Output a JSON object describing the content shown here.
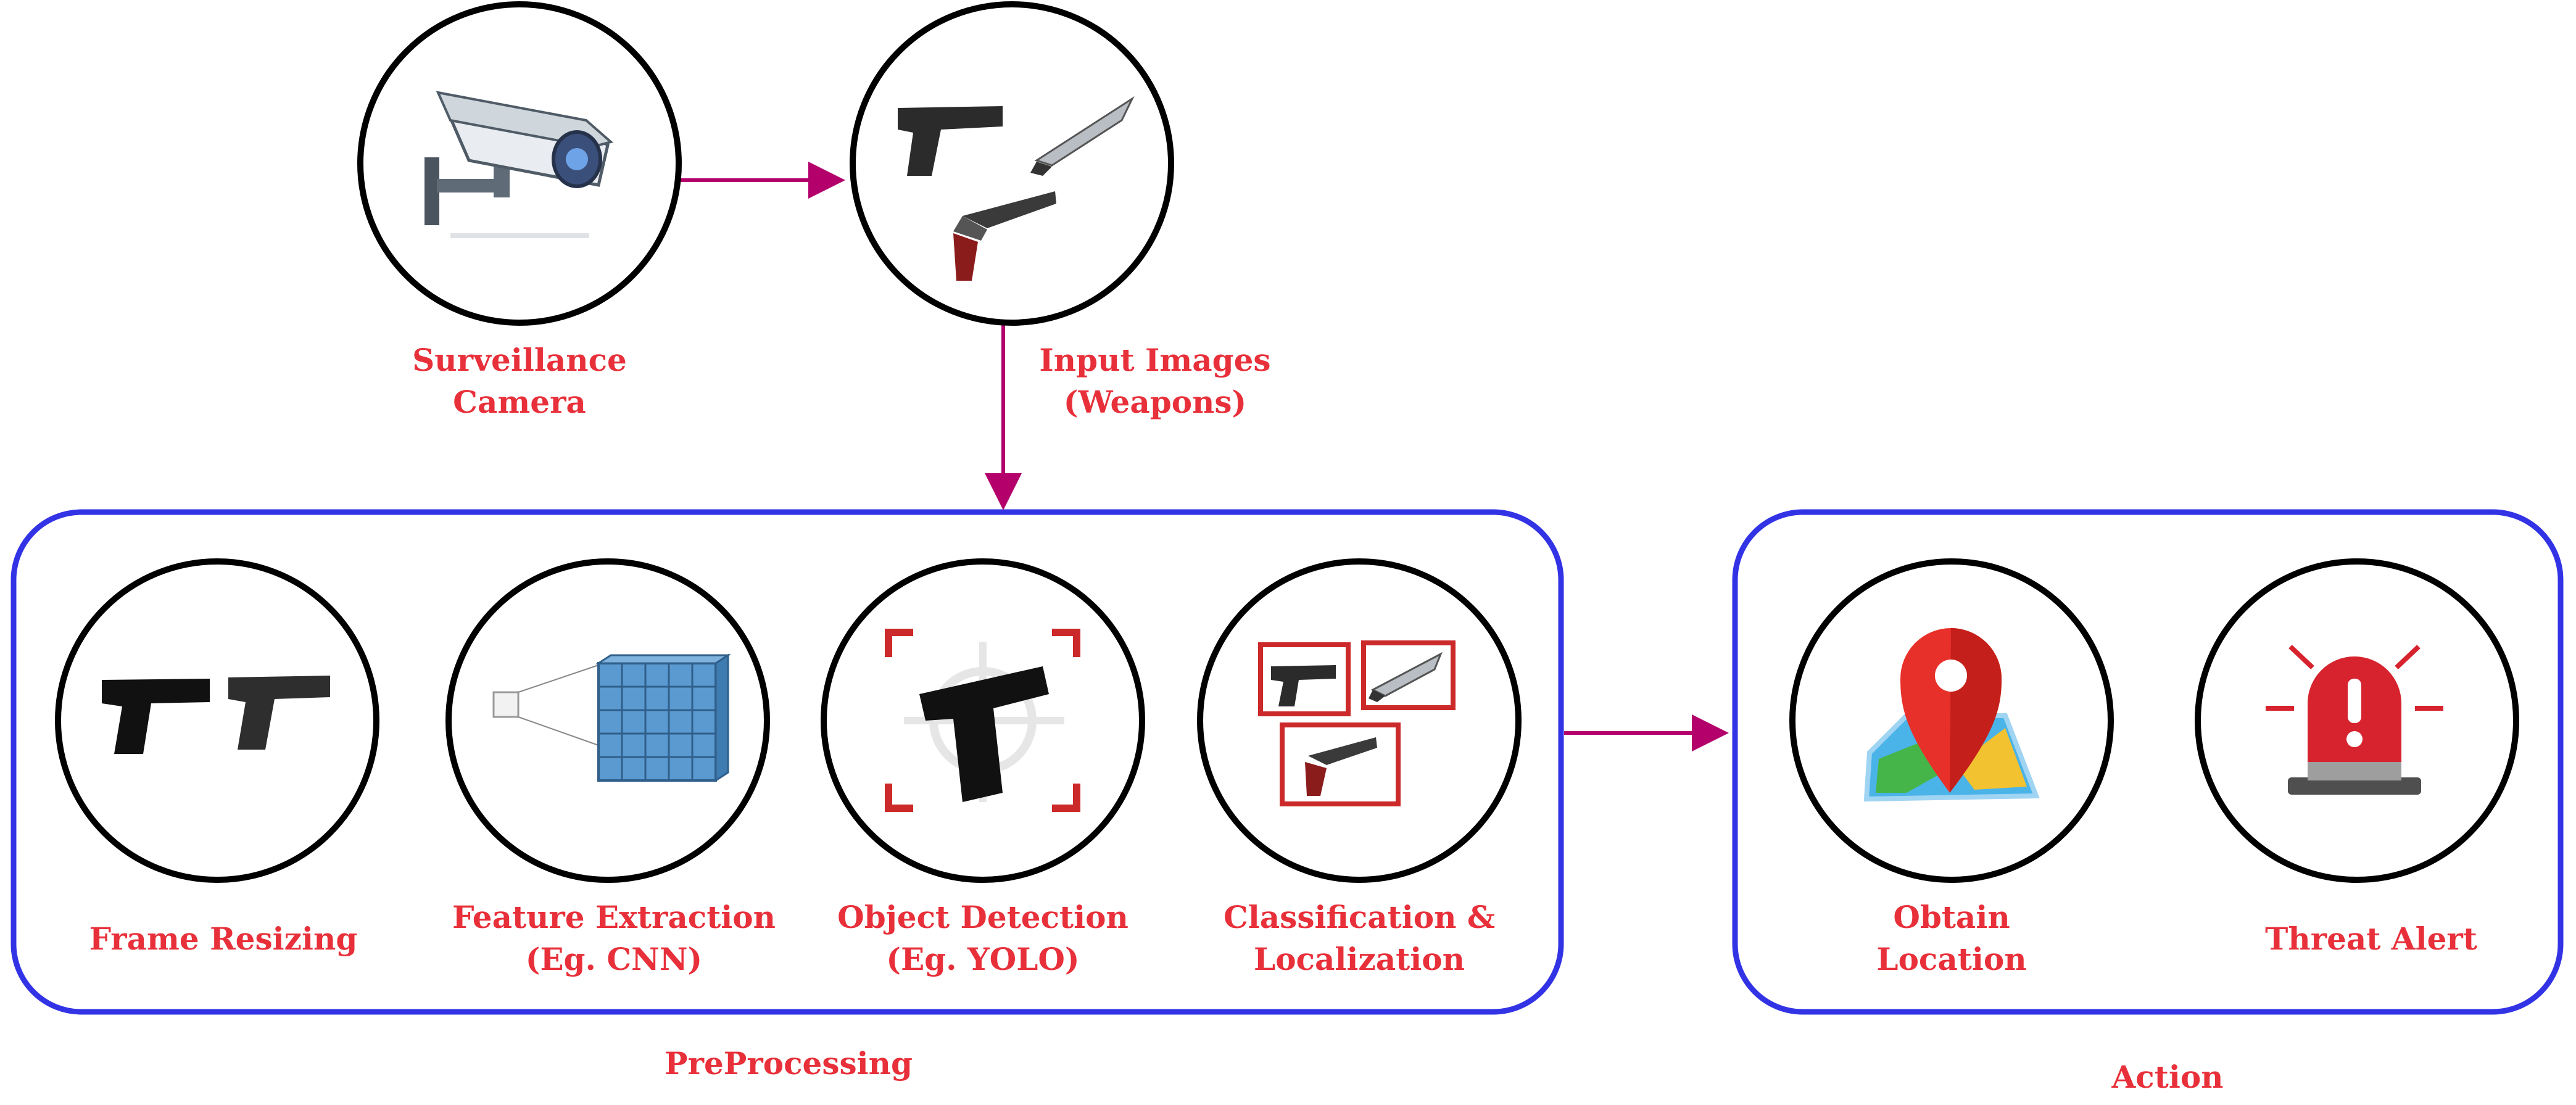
{
  "colors": {
    "label": "#e8303a",
    "group_border": "#3333e6",
    "arrow": "#b3006b",
    "circle_border": "#000000"
  },
  "nodes": {
    "camera": {
      "line1": "Surveillance",
      "line2": "Camera",
      "icon": "cctv-camera-icon"
    },
    "input": {
      "line1": "Input Images",
      "line2": "(Weapons)",
      "icon": "weapons-icon"
    },
    "resize": {
      "line1": "Frame Resizing",
      "icon": "pistols-icon"
    },
    "features": {
      "line1": "Feature Extraction",
      "line2": "(Eg. CNN)",
      "icon": "cnn-feature-map-icon"
    },
    "detection": {
      "line1": "Object Detection",
      "line2": "(Eg. YOLO)",
      "icon": "target-pistol-icon"
    },
    "classify": {
      "line1": "Classification &",
      "line2": "Localization",
      "icon": "bounding-boxes-icon"
    },
    "location": {
      "line1": "Obtain",
      "line2": "Location",
      "icon": "map-pin-icon"
    },
    "alert": {
      "line1": "Threat Alert",
      "icon": "siren-icon"
    }
  },
  "groups": {
    "preprocessing": "PreProcessing",
    "action": "Action"
  }
}
